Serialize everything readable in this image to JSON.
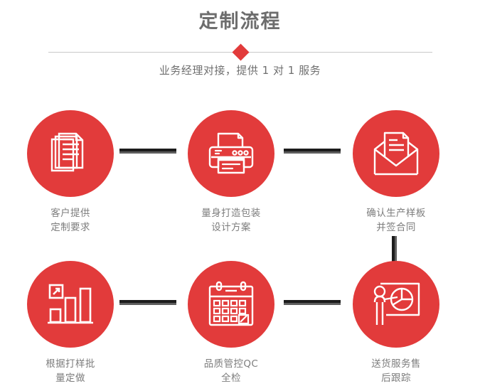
{
  "header": {
    "title": "定制流程",
    "subtitle": "业务经理对接，提供 1 对 1 服务",
    "accent_color": "#e23b3b",
    "title_color": "#6d6d6d",
    "divider_color": "#c9c9c9",
    "diamond_icon": "diamond-marker"
  },
  "flow": {
    "circle_color": "#e23b3b",
    "label_color": "#7d7d7d",
    "connector_color": "#1c1c1c",
    "connector_shadow_color": "#5d5d5d",
    "steps": [
      {
        "index": 1,
        "icon": "documents-stack-icon",
        "label": "客户提供\n定制要求"
      },
      {
        "index": 2,
        "icon": "printer-icon",
        "label": "量身打造包装\n设计方案"
      },
      {
        "index": 3,
        "icon": "open-envelope-document-icon",
        "label": "确认生产样板\n并签合同"
      },
      {
        "index": 4,
        "icon": "bar-chart-growth-icon",
        "label": "根据打样批\n量定做"
      },
      {
        "index": 5,
        "icon": "calendar-check-icon",
        "label": "品质管控QC\n全检"
      },
      {
        "index": 6,
        "icon": "presenter-pie-chart-icon",
        "label": "送货服务售\n后跟踪"
      }
    ],
    "connectors": [
      {
        "name": "connector-step1-step2",
        "orientation": "horizontal"
      },
      {
        "name": "connector-step2-step3",
        "orientation": "horizontal"
      },
      {
        "name": "connector-step3-step6",
        "orientation": "vertical"
      },
      {
        "name": "connector-step4-step5",
        "orientation": "horizontal"
      },
      {
        "name": "connector-step5-step6",
        "orientation": "horizontal"
      }
    ]
  }
}
